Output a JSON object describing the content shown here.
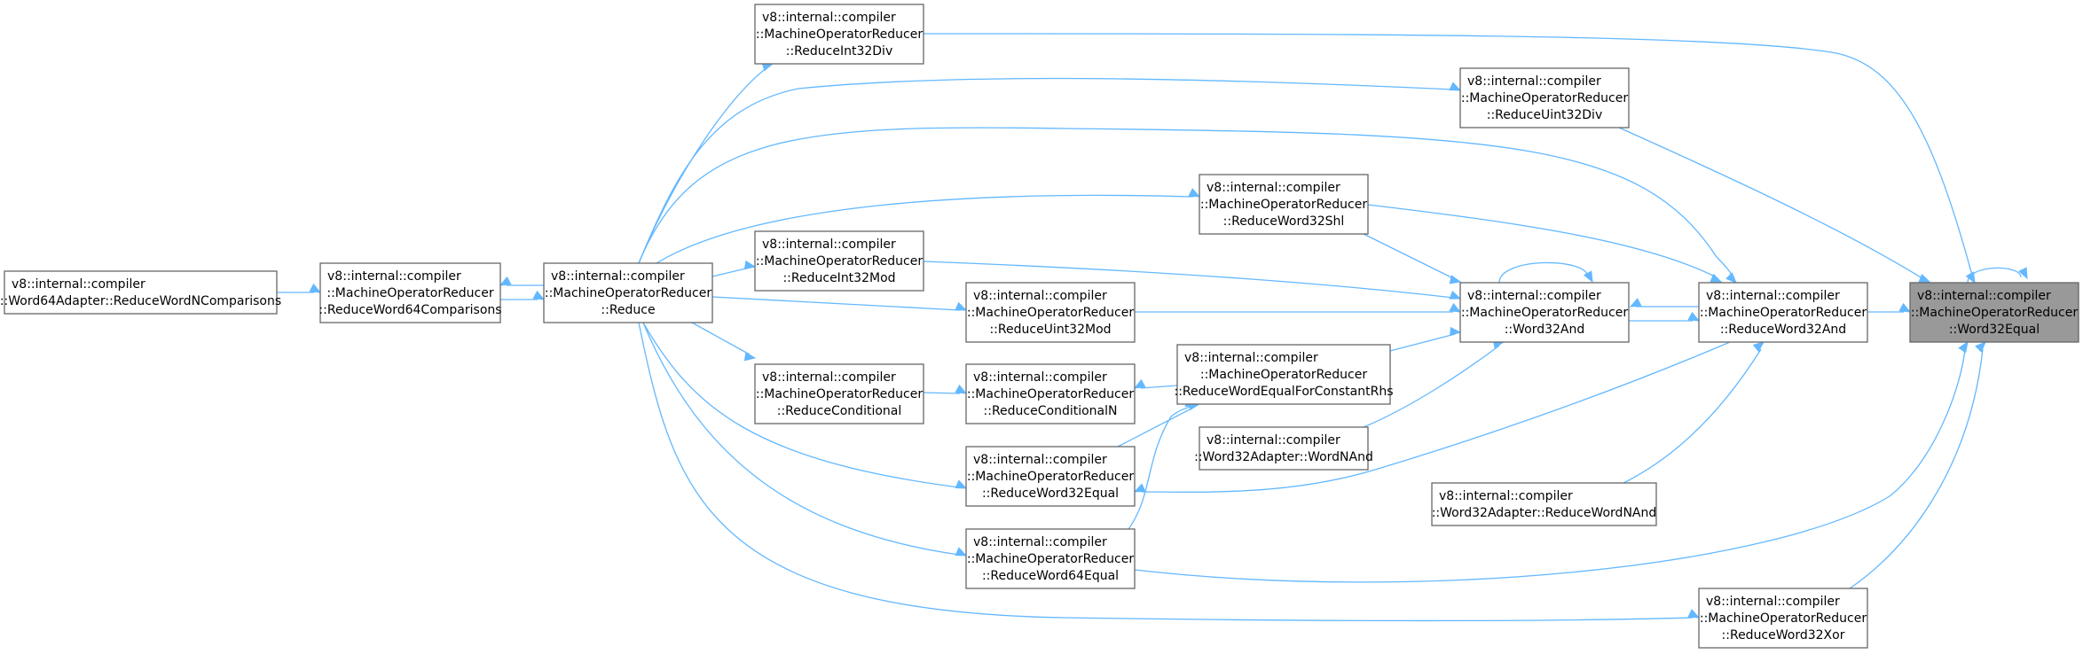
{
  "diagram": {
    "type": "call-graph",
    "colors": {
      "edge": "#63b8ff",
      "node_border": "#666666",
      "focus_fill": "#999999",
      "node_fill": "#ffffff"
    },
    "nodes": [
      {
        "id": "word32equal",
        "lines": [
          "v8::internal::compiler",
          "::MachineOperatorReducer",
          "::Word32Equal"
        ],
        "focus": true
      },
      {
        "id": "reduceword32and",
        "lines": [
          "v8::internal::compiler",
          "::MachineOperatorReducer",
          "::ReduceWord32And"
        ]
      },
      {
        "id": "word32and",
        "lines": [
          "v8::internal::compiler",
          "::MachineOperatorReducer",
          "::Word32And"
        ]
      },
      {
        "id": "reduceint32div",
        "lines": [
          "v8::internal::compiler",
          "::MachineOperatorReducer",
          "::ReduceInt32Div"
        ]
      },
      {
        "id": "reduceuint32div",
        "lines": [
          "v8::internal::compiler",
          "::MachineOperatorReducer",
          "::ReduceUint32Div"
        ]
      },
      {
        "id": "reduceword32shl",
        "lines": [
          "v8::internal::compiler",
          "::MachineOperatorReducer",
          "::ReduceWord32Shl"
        ]
      },
      {
        "id": "reduceint32mod",
        "lines": [
          "v8::internal::compiler",
          "::MachineOperatorReducer",
          "::ReduceInt32Mod"
        ]
      },
      {
        "id": "reduceuint32mod",
        "lines": [
          "v8::internal::compiler",
          "::MachineOperatorReducer",
          "::ReduceUint32Mod"
        ]
      },
      {
        "id": "reduce",
        "lines": [
          "v8::internal::compiler",
          "::MachineOperatorReducer",
          "::Reduce"
        ]
      },
      {
        "id": "reduceword64comparisons",
        "lines": [
          "v8::internal::compiler",
          "::MachineOperatorReducer",
          "::ReduceWord64Comparisons"
        ]
      },
      {
        "id": "word64adapter",
        "lines": [
          "v8::internal::compiler",
          "::Word64Adapter::ReduceWordNComparisons"
        ]
      },
      {
        "id": "reduceconditional",
        "lines": [
          "v8::internal::compiler",
          "::MachineOperatorReducer",
          "::ReduceConditional"
        ]
      },
      {
        "id": "reduceconditionaln",
        "lines": [
          "v8::internal::compiler",
          "::MachineOperatorReducer",
          "::ReduceConditionalN"
        ]
      },
      {
        "id": "reducewordequalconst",
        "lines": [
          "v8::internal::compiler",
          "::MachineOperatorReducer",
          "::ReduceWordEqualForConstantRhs"
        ]
      },
      {
        "id": "wordnand",
        "lines": [
          "v8::internal::compiler",
          "::Word32Adapter::WordNAnd"
        ]
      },
      {
        "id": "reducewordnand",
        "lines": [
          "v8::internal::compiler",
          "::Word32Adapter::ReduceWordNAnd"
        ]
      },
      {
        "id": "reduceword32equal",
        "lines": [
          "v8::internal::compiler",
          "::MachineOperatorReducer",
          "::ReduceWord32Equal"
        ]
      },
      {
        "id": "reduceword64equal",
        "lines": [
          "v8::internal::compiler",
          "::MachineOperatorReducer",
          "::ReduceWord64Equal"
        ]
      },
      {
        "id": "reduceword32xor",
        "lines": [
          "v8::internal::compiler",
          "::MachineOperatorReducer",
          "::ReduceWord32Xor"
        ]
      }
    ],
    "edges": [
      {
        "from": "word32equal",
        "to": "word32equal"
      },
      {
        "from": "reduceint32div",
        "to": "word32equal"
      },
      {
        "from": "reduceuint32div",
        "to": "word32equal"
      },
      {
        "from": "reduceword32and",
        "to": "word32equal"
      },
      {
        "from": "reduceword64equal",
        "to": "word32equal"
      },
      {
        "from": "reduceword32xor",
        "to": "word32equal"
      },
      {
        "from": "word32and",
        "to": "word32and"
      },
      {
        "from": "reduceword32and",
        "to": "word32and"
      },
      {
        "from": "word32and",
        "to": "reduceword32and"
      },
      {
        "from": "reduceword32shl",
        "to": "word32and"
      },
      {
        "from": "reduceint32mod",
        "to": "word32and"
      },
      {
        "from": "reduceuint32mod",
        "to": "word32and"
      },
      {
        "from": "reducewordequalconst",
        "to": "word32and"
      },
      {
        "from": "wordnand",
        "to": "word32and"
      },
      {
        "from": "reduceword32shl",
        "to": "reduceword32and"
      },
      {
        "from": "reduce",
        "to": "reduceword32and"
      },
      {
        "from": "reducewordnand",
        "to": "reduceword32and"
      },
      {
        "from": "reduceword32and",
        "to": "reduceword32equal"
      },
      {
        "from": "reduce",
        "to": "reduceint32div"
      },
      {
        "from": "reduce",
        "to": "reduceuint32div"
      },
      {
        "from": "reduce",
        "to": "reduceword32shl"
      },
      {
        "from": "reduce",
        "to": "reduceint32mod"
      },
      {
        "from": "reduce",
        "to": "reduceuint32mod"
      },
      {
        "from": "reduce",
        "to": "reduceconditional"
      },
      {
        "from": "reduce",
        "to": "reduceword32equal"
      },
      {
        "from": "reduce",
        "to": "reduceword64equal"
      },
      {
        "from": "reduce",
        "to": "reduceword32xor"
      },
      {
        "from": "reduce",
        "to": "reduceword64comparisons"
      },
      {
        "from": "reduceword64comparisons",
        "to": "reduce"
      },
      {
        "from": "word64adapter",
        "to": "reduceword64comparisons"
      },
      {
        "from": "reduceconditional",
        "to": "reduceconditionaln"
      },
      {
        "from": "reducewordequalconst",
        "to": "reduceconditionaln"
      },
      {
        "from": "reduceword32equal",
        "to": "reducewordequalconst"
      },
      {
        "from": "reduceword64equal",
        "to": "reducewordequalconst"
      }
    ]
  }
}
